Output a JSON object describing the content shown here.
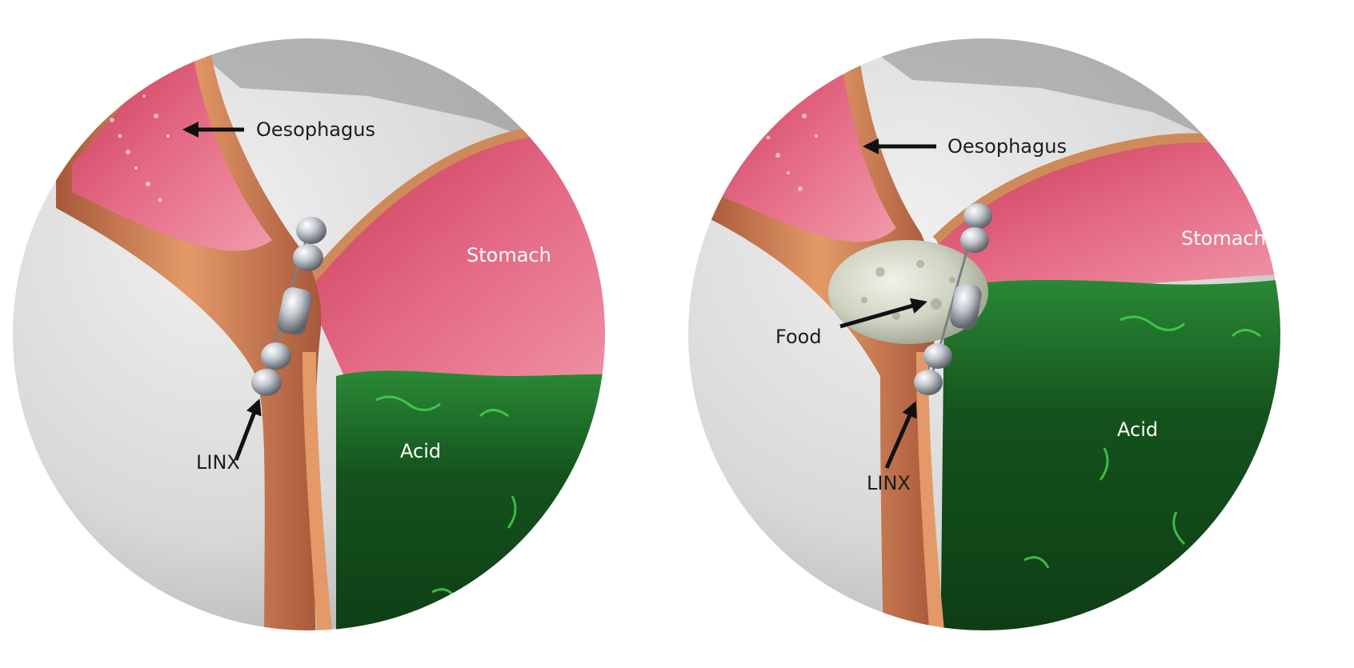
{
  "panels": [
    {
      "id": "closed",
      "labels": {
        "oesophagus": "Oesophagus",
        "stomach": "Stomach",
        "acid": "Acid",
        "linx": "LINX"
      }
    },
    {
      "id": "open",
      "labels": {
        "oesophagus": "Oesophagus",
        "stomach": "Stomach",
        "acid": "Acid",
        "linx": "LINX",
        "food": "Food"
      }
    }
  ],
  "colors": {
    "tissue_pink": "#e0607a",
    "tissue_deep": "#b8324c",
    "wall_orange": "#d98a55",
    "acid_green": "#1f6b2a",
    "acid_highlight": "#4fdc5a",
    "background_gray": "#d7d7d7",
    "bead_silver": "#c9ccd2"
  }
}
